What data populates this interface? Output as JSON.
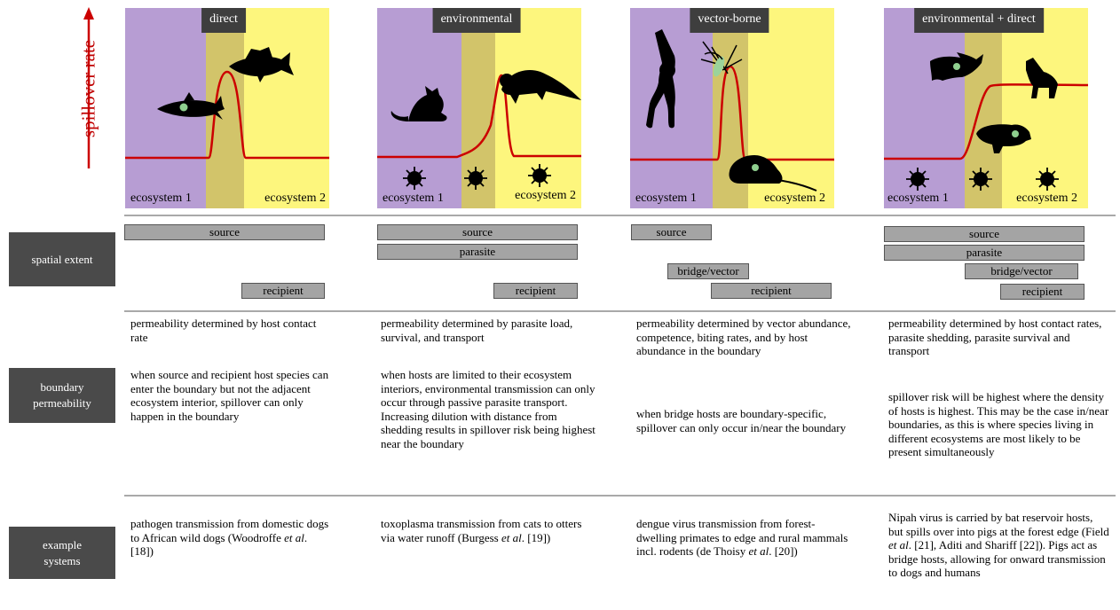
{
  "y_axis_label": "spillover rate",
  "colors": {
    "ecosystem_1": "#b79dd3",
    "boundary": "#d2c46a",
    "ecosystem_2": "#fdf67d",
    "spillover_curve": "#cc0000",
    "title_bg": "#3e3e3e",
    "row_label_bg": "#4a4a4a",
    "extent_bar": "#a4a4a4"
  },
  "row_labels": {
    "spatial": "spatial extent",
    "boundary": "boundary permeability",
    "examples": "example systems"
  },
  "panels": [
    {
      "title": "direct",
      "eco1_label": "ecosystem 1",
      "eco2_label": "ecosystem 2",
      "host_icons": [
        "shark-icon",
        "bass-fish-icon"
      ],
      "parasite_icons": []
    },
    {
      "title": "environmental",
      "eco1_label": "ecosystem 1",
      "eco2_label": "ecosystem 2",
      "host_icons": [
        "cat-icon",
        "otter-icon"
      ],
      "parasite_icons": [
        "virus-icon",
        "virus-icon",
        "virus-icon"
      ]
    },
    {
      "title": "vector-borne",
      "eco1_label": "ecosystem 1",
      "eco2_label": "ecosystem 2",
      "host_icons": [
        "primate-icon",
        "mosquito-icon",
        "rodent-icon"
      ],
      "parasite_icons": []
    },
    {
      "title": "environmental + direct",
      "eco1_label": "ecosystem 1",
      "eco2_label": "ecosystem 2",
      "host_icons": [
        "bat-icon",
        "wild-dog-icon",
        "pig-icon"
      ],
      "parasite_icons": [
        "virus-icon",
        "virus-icon",
        "virus-icon"
      ]
    }
  ],
  "spatial_extent": [
    {
      "source": "source",
      "recipient": "recipient"
    },
    {
      "source": "source",
      "parasite": "parasite",
      "recipient": "recipient"
    },
    {
      "source": "source",
      "bridge": "bridge/vector",
      "recipient": "recipient"
    },
    {
      "source": "source",
      "parasite": "parasite",
      "bridge": "bridge/vector",
      "recipient": "recipient"
    }
  ],
  "permeability": [
    {
      "p1": "permeability determined by host contact rate",
      "p2": "when source and recipient host species can enter the boundary but not the adjacent ecosystem interior, spillover can only happen in the boundary"
    },
    {
      "p1": "permeability determined by parasite load, survival, and transport",
      "p2": "when hosts are limited to their ecosystem interiors, environmental transmission can only occur through passive parasite transport. Increasing dilution with distance from shedding results in spillover risk being highest near the boundary"
    },
    {
      "p1": "permeability determined by vector abundance, competence, biting rates, and by host abundance in the boundary",
      "p2": "when bridge hosts are boundary-specific, spillover can only occur in/near the boundary"
    },
    {
      "p1": "permeability determined by host contact rates, parasite shedding, parasite survival and transport",
      "p2": "spillover risk will be highest where the density of hosts is highest. This may be the case in/near boundaries, as this is where species living in different ecosystems are most likely to be present simultaneously"
    }
  ],
  "examples": [
    {
      "pre": "pathogen transmission from domestic dogs to African wild dogs (Woodroffe ",
      "etal": "et al",
      "post": ". [18])"
    },
    {
      "pre": "toxoplasma transmission from cats to otters via water runoff (Burgess ",
      "etal": "et al",
      "post": ". [19])"
    },
    {
      "pre": "dengue virus transmission from forest-dwelling primates to edge and rural mammals incl. rodents (de Thoisy ",
      "etal": "et al",
      "post": ". [20])"
    },
    {
      "pre": "Nipah virus is carried by bat reservoir hosts, but spills over into pigs at the forest edge (Field ",
      "etal": "et al",
      "post": ". [21], Aditi and Shariff [22]). Pigs act as bridge hosts, allowing for onward transmission to dogs and humans"
    }
  ]
}
